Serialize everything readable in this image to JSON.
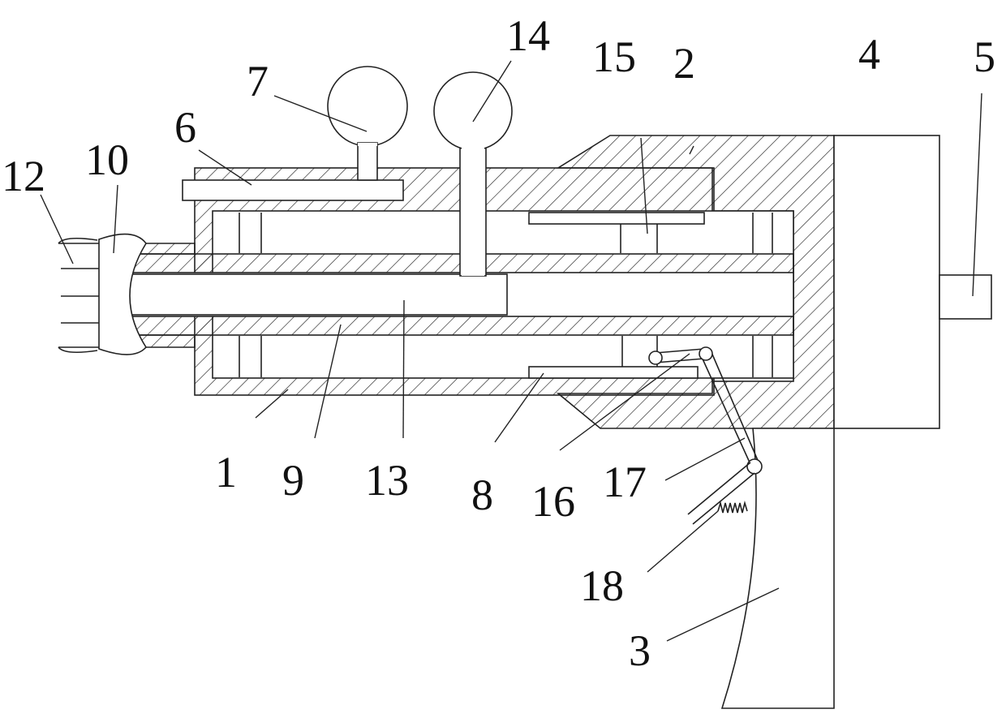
{
  "labels": {
    "n1": "1",
    "n2": "2",
    "n3": "3",
    "n4": "4",
    "n5": "5",
    "n6": "6",
    "n7": "7",
    "n8": "8",
    "n9": "9",
    "n10": "10",
    "n12": "12",
    "n13": "13",
    "n14": "14",
    "n15": "15",
    "n16": "16",
    "n17": "17",
    "n18": "18"
  }
}
